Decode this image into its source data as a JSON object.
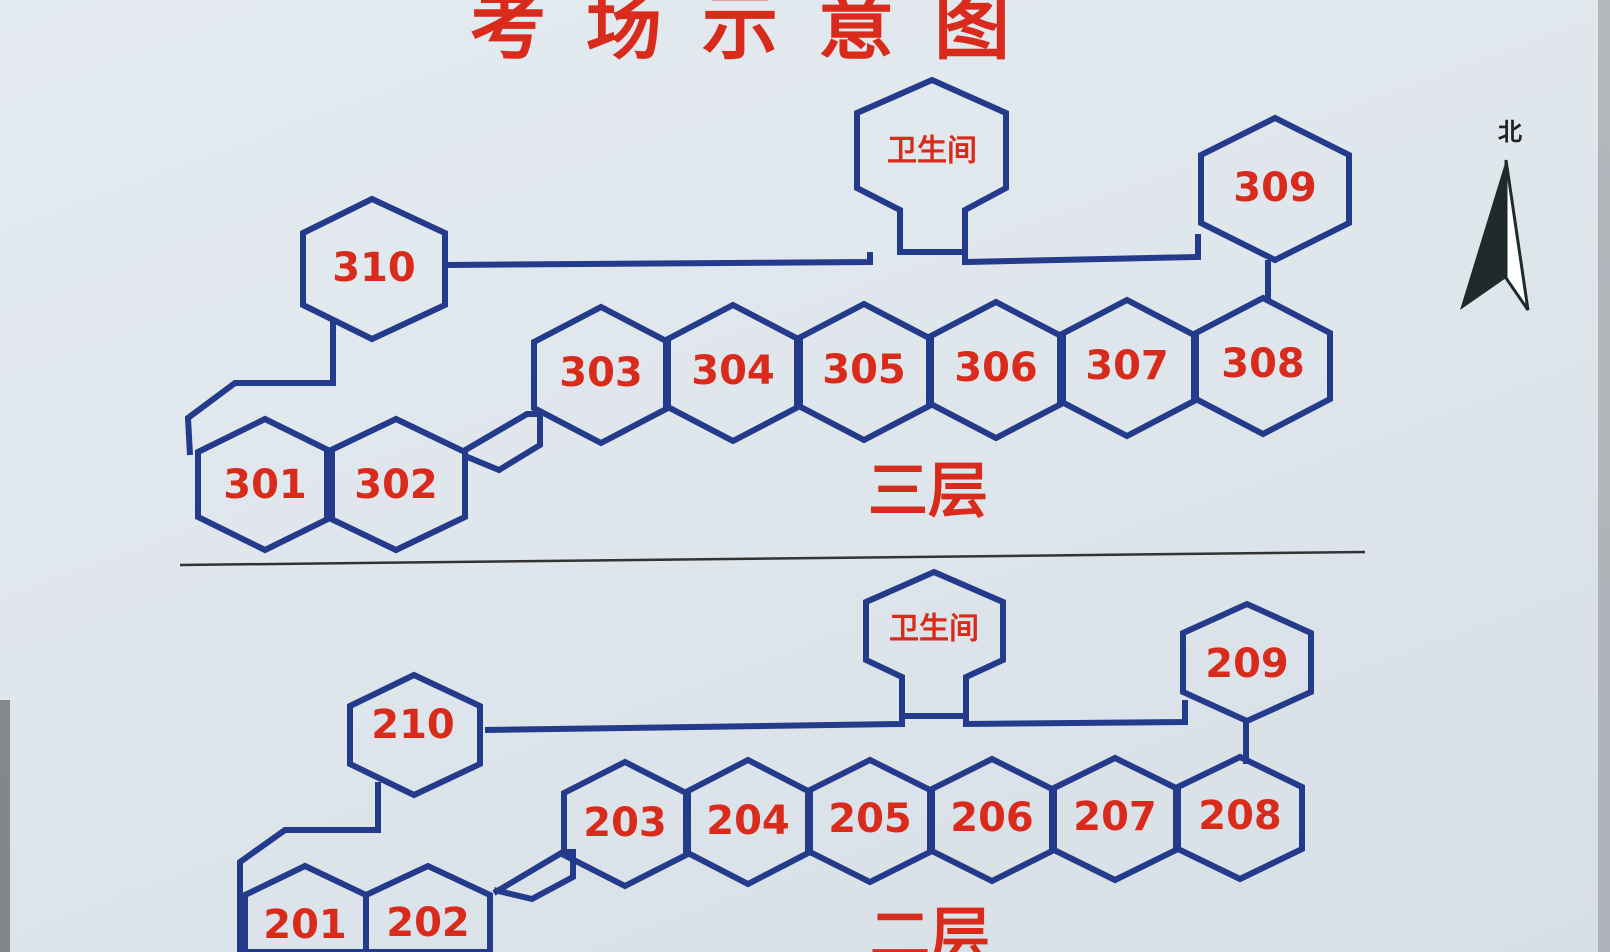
{
  "title": "考场示意图",
  "compass": {
    "label": "北"
  },
  "floors": [
    {
      "label": "三层",
      "restroom": "卫生间",
      "rooms": [
        "301",
        "302",
        "303",
        "304",
        "305",
        "306",
        "307",
        "308",
        "309",
        "310"
      ]
    },
    {
      "label": "二层",
      "restroom": "卫生间",
      "rooms": [
        "201",
        "202",
        "203",
        "204",
        "205",
        "206",
        "207",
        "208",
        "209",
        "210"
      ]
    }
  ],
  "colors": {
    "ink": "#243a8a",
    "text": "#d92b1c",
    "background": "#e0e7ed"
  }
}
